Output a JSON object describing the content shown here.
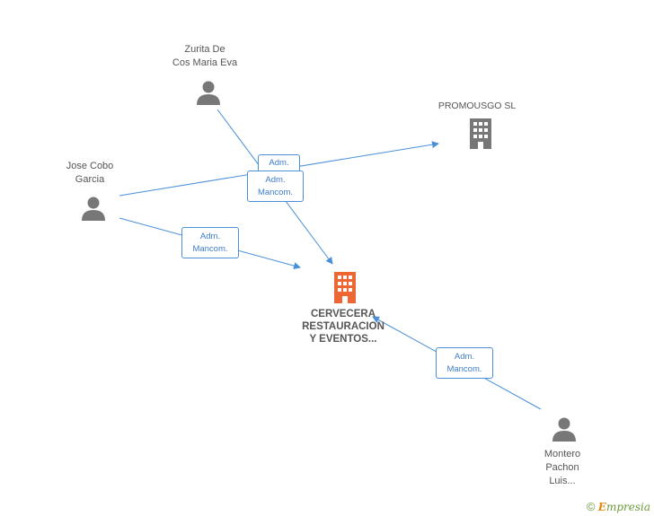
{
  "nodes": {
    "zurita": {
      "label": "Zurita De\nCos Maria Eva",
      "icon": "person-icon"
    },
    "jose": {
      "label": "Jose Cobo\nGarcia",
      "icon": "person-icon"
    },
    "promousgo": {
      "label": "PROMOUSGO SL",
      "icon": "building-icon"
    },
    "cervecera": {
      "label": "CERVECERA\nRESTAURACION\nY EVENTOS...",
      "icon": "building-icon"
    },
    "montero": {
      "label": "Montero\nPachon\nLuis...",
      "icon": "person-icon"
    }
  },
  "edges": {
    "jose_promousgo": "Adm.",
    "zurita_cervecera": "Adm.\nMancom.",
    "jose_cervecera": "Adm.\nMancom.",
    "montero_cervecera": "Adm.\nMancom."
  },
  "footer": {
    "copyright": "©",
    "brand_first": "E",
    "brand_rest": "mpresia"
  },
  "colors": {
    "edge": "#4a90d9",
    "person": "#777777",
    "company": "#777777",
    "main_company": "#ee6633"
  }
}
